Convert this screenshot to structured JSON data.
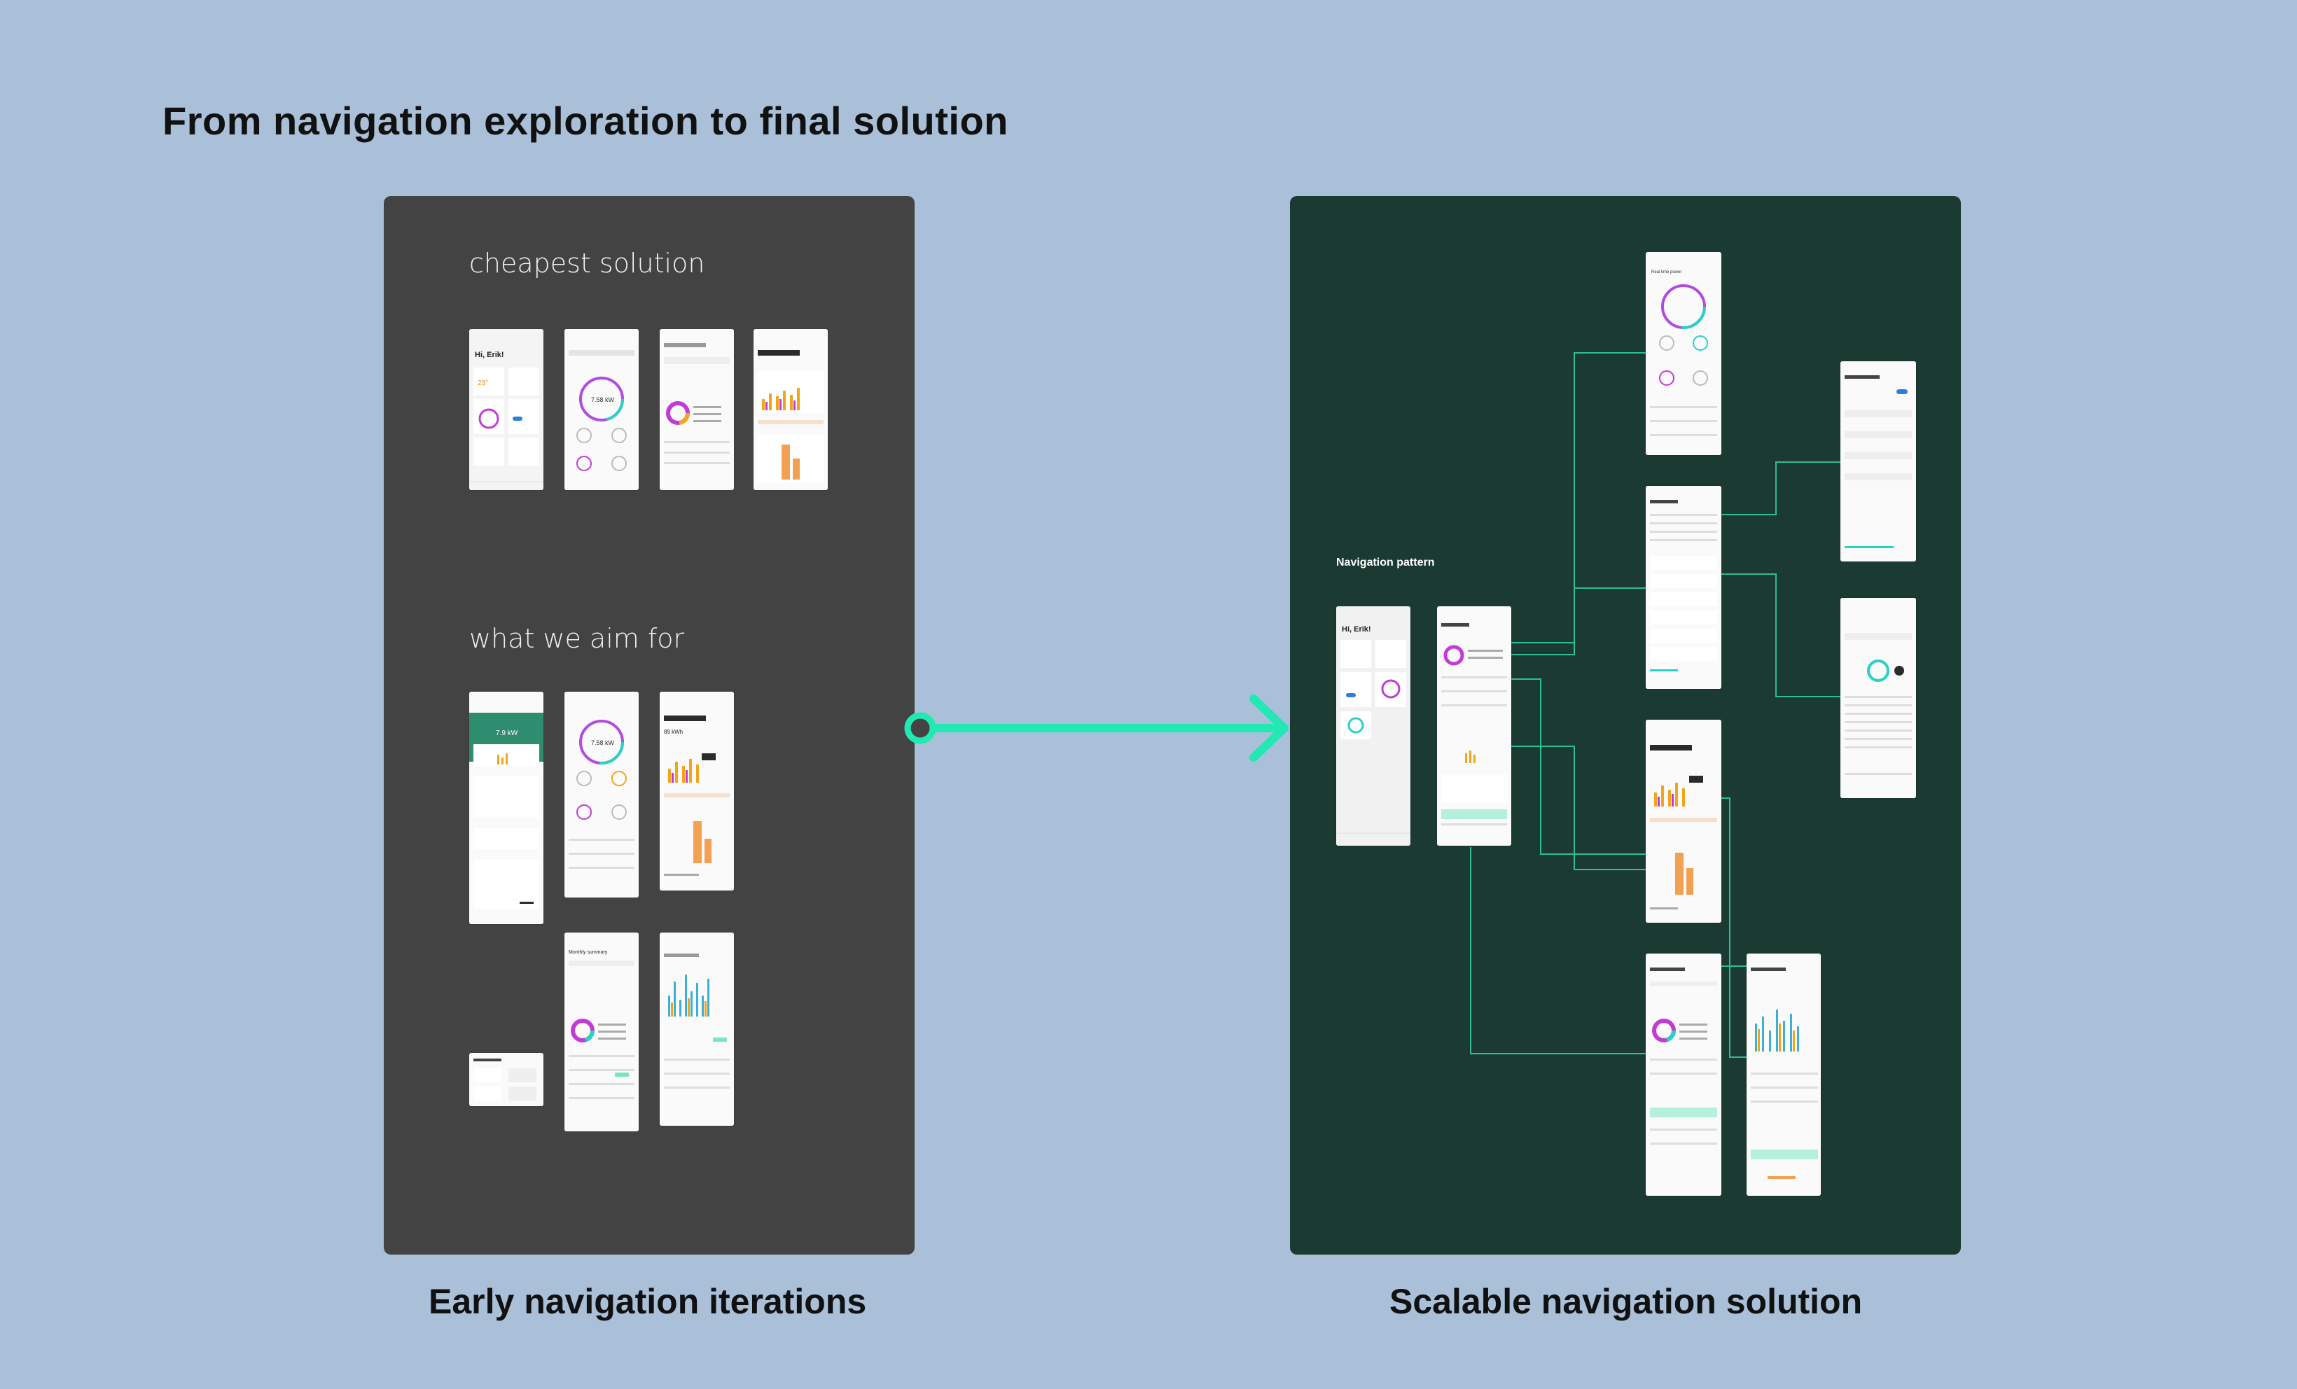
{
  "title": "From navigation exploration to final solution",
  "left_panel": {
    "label_top": "cheapest solution",
    "label_bottom": "what we aim for",
    "caption": "Early navigation iterations"
  },
  "right_panel": {
    "pattern_label": "Navigation pattern",
    "caption": "Scalable navigation solution"
  },
  "colors": {
    "background": "#a9c0d8",
    "left_panel": "#434343",
    "right_panel": "#1b3a32",
    "accent_arrow": "#22e8b4",
    "connector": "#2fd6a8"
  },
  "thumbnail_text": {
    "greeting": "Hi, Erik!",
    "temp": "23°",
    "power_kw": "7.9 kW",
    "power_kw_large": "7.58 kW",
    "energy": "89 kWh",
    "summary": "Monthly summary",
    "power_flow": "Real time power"
  }
}
